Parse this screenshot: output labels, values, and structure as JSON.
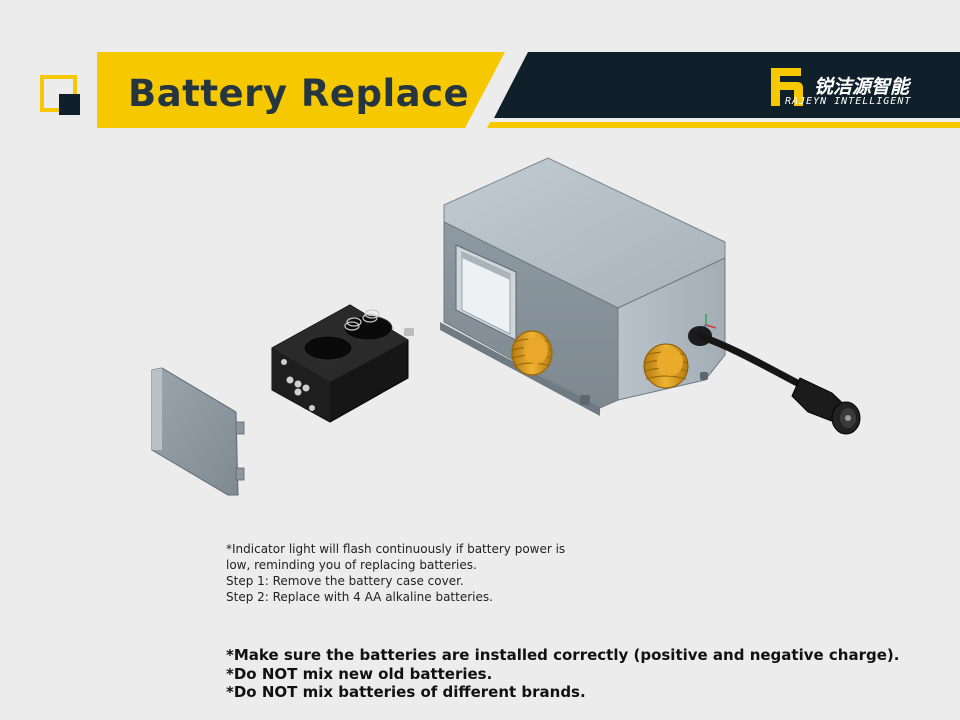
{
  "title": "Battery Replace",
  "brand": {
    "name_cn": "锐洁源智能",
    "name_en": "RAJEYN INTELLIGENT",
    "logo_letter": "R"
  },
  "colors": {
    "accent_yellow": "#f5c800",
    "dark_navy": "#10202b",
    "title_text": "#253641",
    "background": "#ececec",
    "device_body": "#9eaab3",
    "fitting_orange": "#d79a1c"
  },
  "notes": [
    "*Indicator light will flash continuously if battery power is",
    "low, reminding you of replacing batteries.",
    "Step 1: Remove the battery case cover.",
    "Step 2: Replace with 4 AA alkaline batteries."
  ],
  "warnings": [
    "*Make sure the batteries are installed correctly (positive and negative charge).",
    "*Do NOT mix new old batteries.",
    "*Do NOT mix batteries of different brands."
  ],
  "illustration": {
    "parts": [
      "battery-case-cover",
      "battery-holder",
      "device-housing",
      "threaded-fitting-left",
      "threaded-fitting-right",
      "power-cable"
    ]
  }
}
